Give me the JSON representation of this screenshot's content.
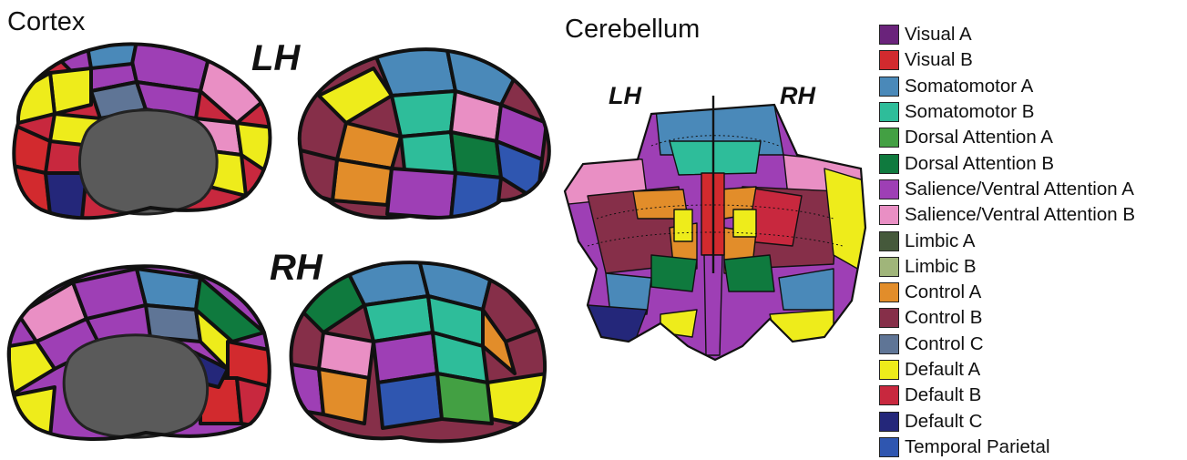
{
  "titles": {
    "cortex": "Cortex",
    "cerebellum": "Cerebellum"
  },
  "hemispheres": {
    "left": "LH",
    "right": "RH"
  },
  "legend": [
    {
      "label": "Visual A",
      "color": "#6a237b"
    },
    {
      "label": "Visual B",
      "color": "#d22a2e"
    },
    {
      "label": "Somatomotor A",
      "color": "#4a89b9"
    },
    {
      "label": "Somatomotor B",
      "color": "#2ebd9a"
    },
    {
      "label": "Dorsal Attention A",
      "color": "#43a043"
    },
    {
      "label": "Dorsal Attention B",
      "color": "#0f7a3e"
    },
    {
      "label": "Salience/Ventral Attention A",
      "color": "#9e3fb5"
    },
    {
      "label": "Salience/Ventral Attention B",
      "color": "#e98fc4"
    },
    {
      "label": "Limbic A",
      "color": "#45593b"
    },
    {
      "label": "Limbic B",
      "color": "#a0b57a"
    },
    {
      "label": "Control A",
      "color": "#e28d2a"
    },
    {
      "label": "Control B",
      "color": "#862f49"
    },
    {
      "label": "Control C",
      "color": "#5f7596"
    },
    {
      "label": "Default A",
      "color": "#eeec1b"
    },
    {
      "label": "Default B",
      "color": "#c8283e"
    },
    {
      "label": "Default C",
      "color": "#24277a"
    },
    {
      "label": "Temporal Parietal",
      "color": "#2f56b0"
    }
  ]
}
